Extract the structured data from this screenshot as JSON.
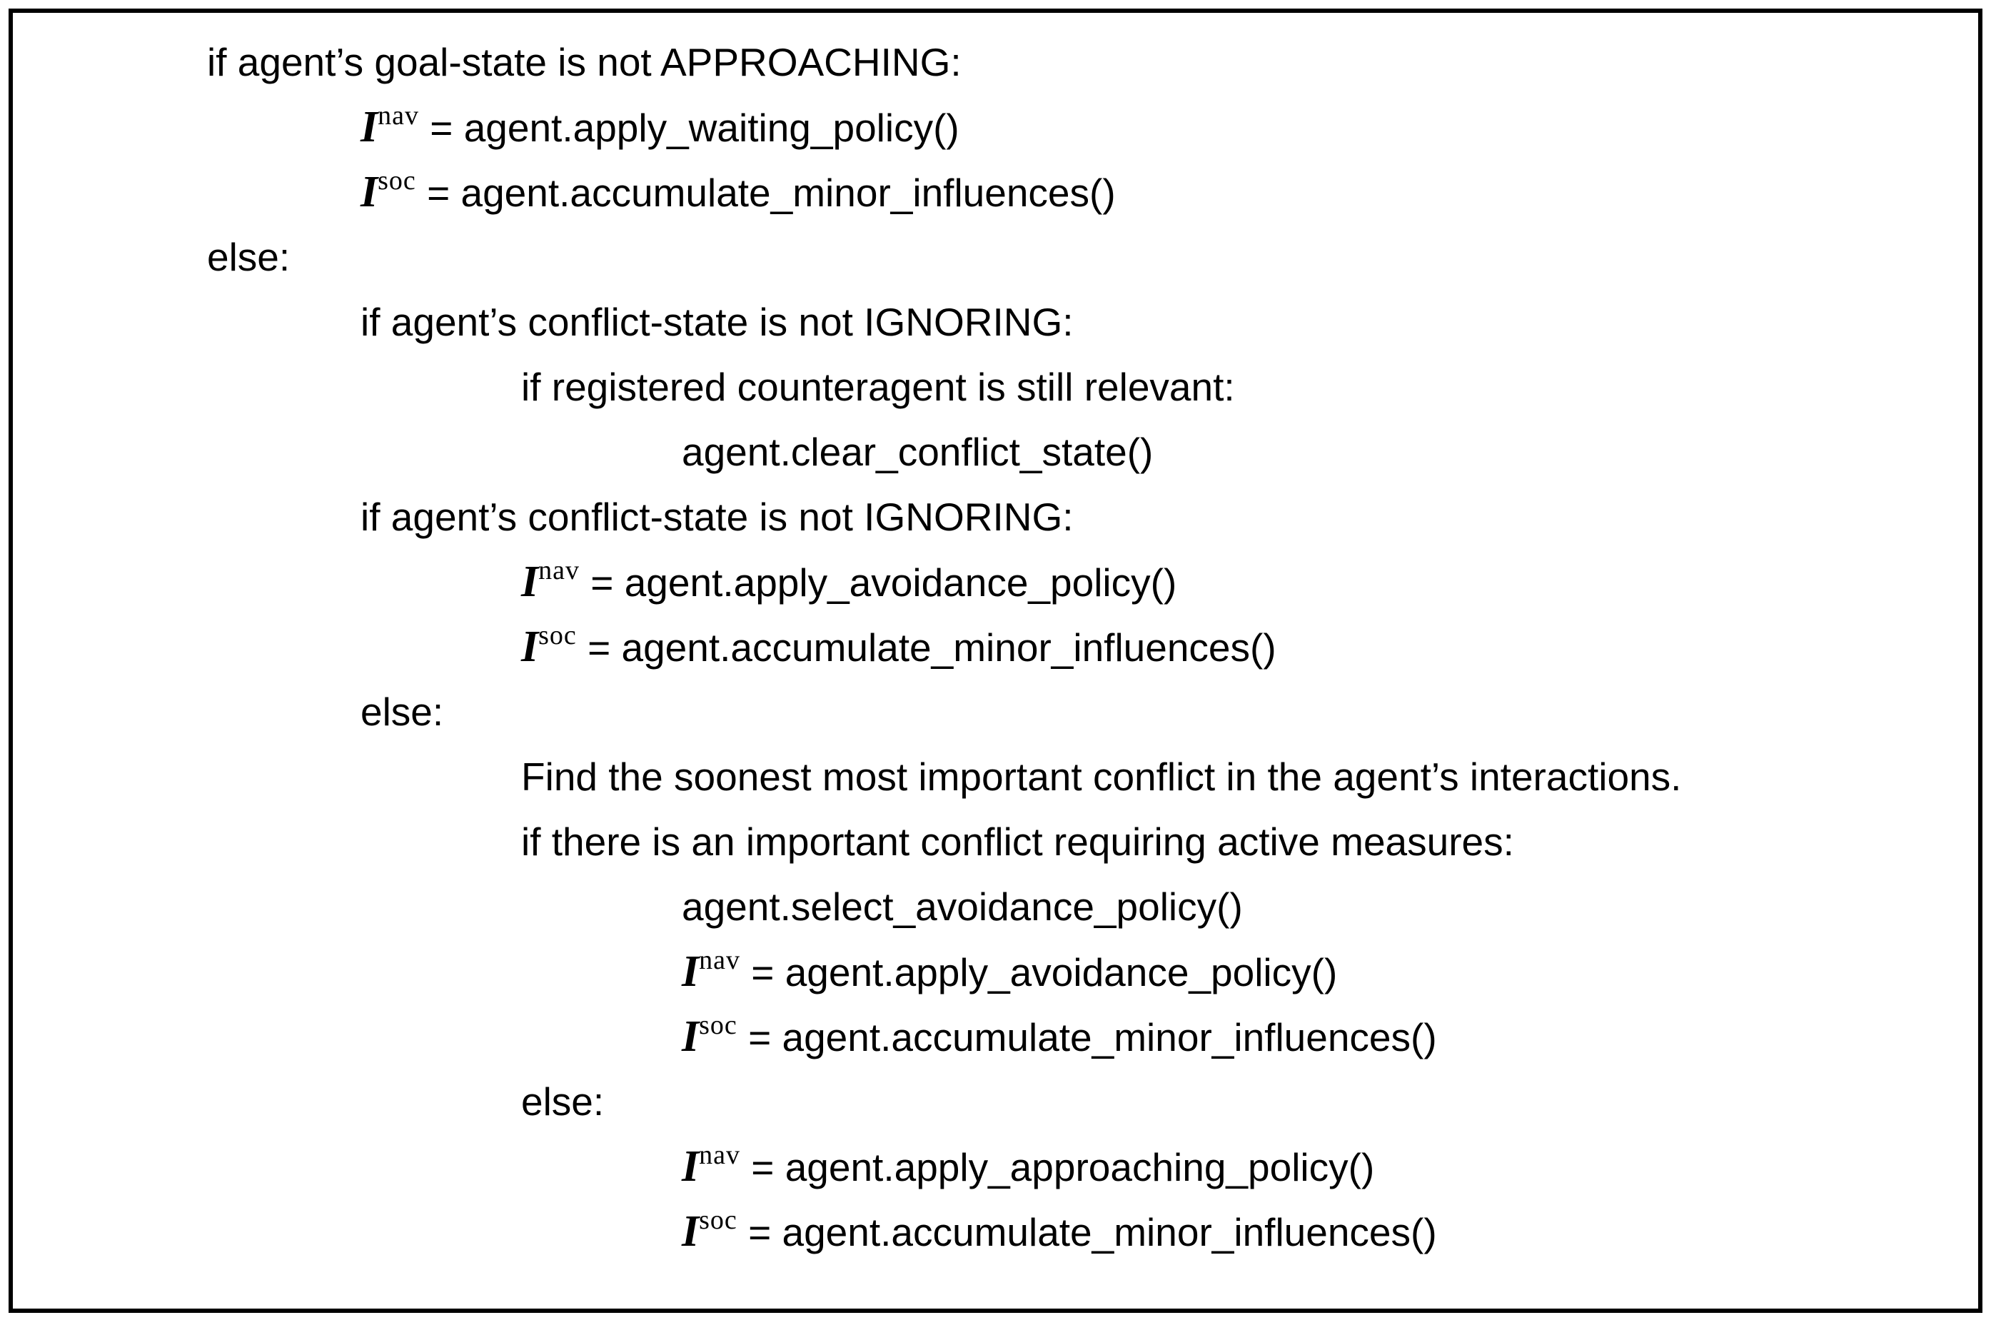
{
  "colors": {
    "background": "#ffffff",
    "border": "#000000",
    "text": "#000000"
  },
  "pseudocode": {
    "lines": [
      {
        "indent": 1,
        "segments": [
          {
            "type": "text",
            "value": "if agent’s goal-state is not APPROACHING:"
          }
        ]
      },
      {
        "indent": 2,
        "segments": [
          {
            "type": "var",
            "base": "I",
            "sup": "nav"
          },
          {
            "type": "text",
            "value": " = agent.apply_waiting_policy()"
          }
        ]
      },
      {
        "indent": 2,
        "segments": [
          {
            "type": "var",
            "base": "I",
            "sup": "soc"
          },
          {
            "type": "text",
            "value": " = agent.accumulate_minor_influences()"
          }
        ]
      },
      {
        "indent": 1,
        "segments": [
          {
            "type": "text",
            "value": "else:"
          }
        ]
      },
      {
        "indent": 2,
        "segments": [
          {
            "type": "text",
            "value": "if agent’s conflict-state is not IGNORING:"
          }
        ]
      },
      {
        "indent": 3,
        "segments": [
          {
            "type": "text",
            "value": "if registered counteragent is still relevant:"
          }
        ]
      },
      {
        "indent": 4,
        "segments": [
          {
            "type": "text",
            "value": "agent.clear_conflict_state()"
          }
        ]
      },
      {
        "indent": 2,
        "segments": [
          {
            "type": "text",
            "value": "if agent’s conflict-state is not IGNORING:"
          }
        ]
      },
      {
        "indent": 3,
        "segments": [
          {
            "type": "var",
            "base": "I",
            "sup": "nav"
          },
          {
            "type": "text",
            "value": " = agent.apply_avoidance_policy()"
          }
        ]
      },
      {
        "indent": 3,
        "segments": [
          {
            "type": "var",
            "base": "I",
            "sup": "soc"
          },
          {
            "type": "text",
            "value": " = agent.accumulate_minor_influences()"
          }
        ]
      },
      {
        "indent": 2,
        "segments": [
          {
            "type": "text",
            "value": "else:"
          }
        ]
      },
      {
        "indent": 3,
        "segments": [
          {
            "type": "text",
            "value": "Find the soonest most important conflict in the agent’s interactions."
          }
        ]
      },
      {
        "indent": 3,
        "segments": [
          {
            "type": "text",
            "value": "if there is an important conflict requiring active measures:"
          }
        ]
      },
      {
        "indent": 4,
        "segments": [
          {
            "type": "text",
            "value": "agent.select_avoidance_policy()"
          }
        ]
      },
      {
        "indent": 4,
        "segments": [
          {
            "type": "var",
            "base": "I",
            "sup": "nav"
          },
          {
            "type": "text",
            "value": " = agent.apply_avoidance_policy()"
          }
        ]
      },
      {
        "indent": 4,
        "segments": [
          {
            "type": "var",
            "base": "I",
            "sup": "soc"
          },
          {
            "type": "text",
            "value": " = agent.accumulate_minor_influences()"
          }
        ]
      },
      {
        "indent": 3,
        "segments": [
          {
            "type": "text",
            "value": "else:"
          }
        ]
      },
      {
        "indent": 4,
        "segments": [
          {
            "type": "var",
            "base": "I",
            "sup": "nav"
          },
          {
            "type": "text",
            "value": " = agent.apply_approaching_policy()"
          }
        ]
      },
      {
        "indent": 4,
        "segments": [
          {
            "type": "var",
            "base": "I",
            "sup": "soc"
          },
          {
            "type": "text",
            "value": " = agent.accumulate_minor_influences()"
          }
        ]
      }
    ]
  }
}
